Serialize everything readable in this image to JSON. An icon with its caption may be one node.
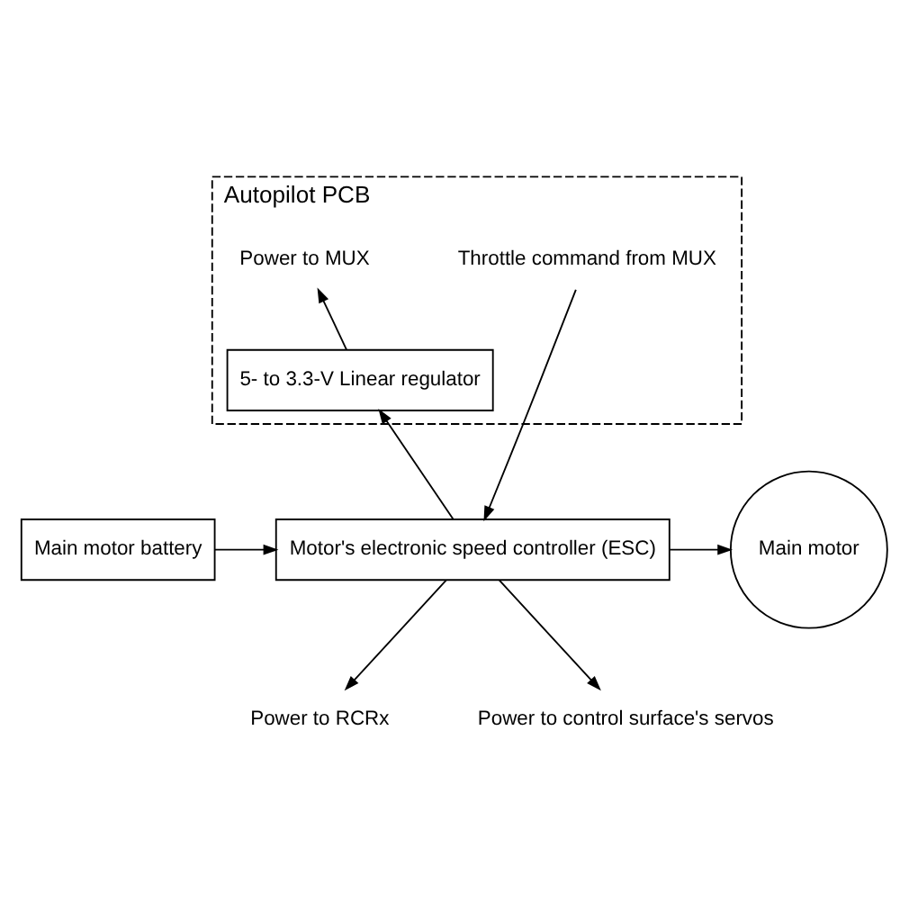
{
  "diagram": {
    "nodes": [
      {
        "text": [
          "Autopilot PCB"
        ]
      },
      {
        "text": [
          "Throttle command from MUX"
        ],
        "in": 0
      },
      {
        "text": [
          "Power to MUX"
        ],
        "in": 0
      },
      {
        "text": [
          "5- to 3.3-V Linear regulator"
        ],
        "in": 0
      },
      {
        "text": [
          "Main motor battery"
        ]
      },
      {
        "text": [
          "Motor's electronic speed controller (ESC)"
        ]
      },
      {
        "text": [
          "Main motor"
        ]
      },
      {
        "text": [
          "Power to RCRx"
        ]
      },
      {
        "text": [
          "Power to control surface's servos"
        ]
      }
    ],
    "edges": [
      {
        "from": 1,
        "to": 5,
        "arrow": "to"
      },
      {
        "from": 5,
        "to": 3,
        "arrow": "to"
      },
      {
        "from": 3,
        "to": 2,
        "arrow": "to"
      },
      {
        "from": 4,
        "to": 5,
        "arrow": "to"
      },
      {
        "from": 5,
        "to": 6,
        "arrow": "to"
      },
      {
        "from": 5,
        "to": 7,
        "arrow": "to"
      },
      {
        "from": 5,
        "to": 8,
        "arrow": "to"
      }
    ]
  }
}
